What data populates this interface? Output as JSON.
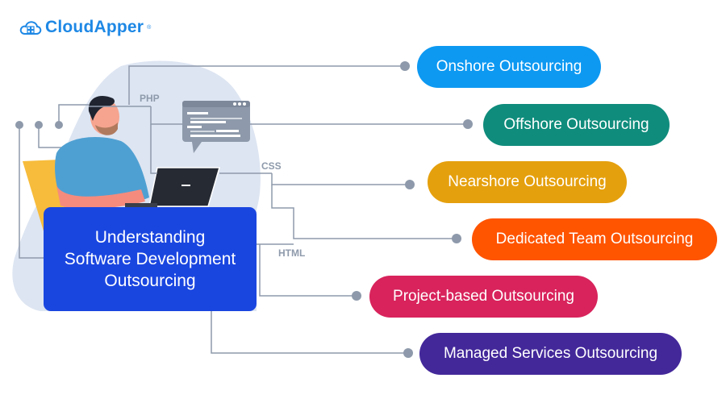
{
  "logo": {
    "brand": "CloudApper",
    "mark": "®",
    "icon": "cloud-grid-icon",
    "color": "#1e88e5"
  },
  "center": {
    "lines": [
      "Understanding",
      "Software Development",
      "Outsourcing"
    ],
    "color": "#1a46e0"
  },
  "code_labels": {
    "php": "PHP",
    "css": "CSS",
    "html": "HTML"
  },
  "outsourcing_types": [
    {
      "label": "Onshore Outsourcing",
      "color": "#0d99f2"
    },
    {
      "label": "Offshore Outsourcing",
      "color": "#0f8c7c"
    },
    {
      "label": "Nearshore Outsourcing",
      "color": "#e5a00d"
    },
    {
      "label": "Dedicated Team Outsourcing",
      "color": "#ff5400"
    },
    {
      "label": "Project-based Outsourcing",
      "color": "#d8235c"
    },
    {
      "label": "Managed Services Outsourcing",
      "color": "#43289a"
    }
  ],
  "connector_color": "#8e9aab"
}
